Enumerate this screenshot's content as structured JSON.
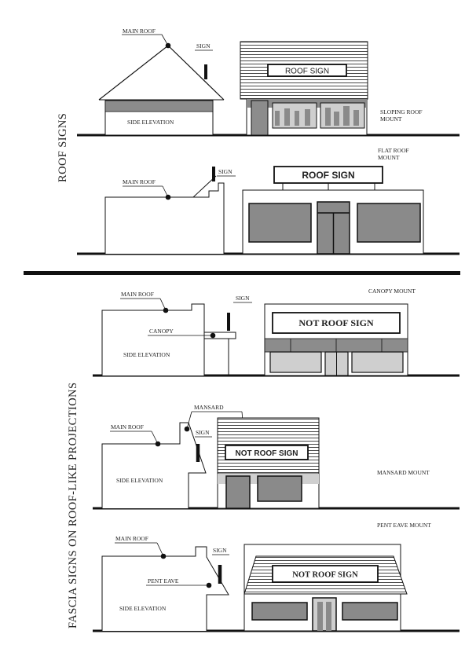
{
  "side_labels": {
    "top": "ROOF SIGNS",
    "bottom": "FASCIA SIGNS ON ROOF-LIKE PROJECTIONS"
  },
  "panels": {
    "sloping": {
      "main_roof": "MAIN ROOF",
      "sign": "SIGN",
      "side_elevation": "SIDE ELEVATION",
      "sign_text": "ROOF SIGN",
      "mount_line1": "SLOPING ROOF",
      "mount_line2": "MOUNT"
    },
    "flat": {
      "mount_line1": "FLAT ROOF",
      "mount_line2": "MOUNT",
      "main_roof": "MAIN ROOF",
      "sign": "SIGN",
      "sign_text": "ROOF SIGN"
    },
    "canopy": {
      "main_roof": "MAIN ROOF",
      "sign": "SIGN",
      "canopy": "CANOPY",
      "side_elevation": "SIDE ELEVATION",
      "sign_text": "NOT ROOF SIGN",
      "mount": "CANOPY MOUNT"
    },
    "mansard": {
      "mansard": "MANSARD",
      "main_roof": "MAIN ROOF",
      "sign": "SIGN",
      "side_elevation": "SIDE ELEVATION",
      "sign_text": "NOT ROOF SIGN",
      "mount": "MANSARD MOUNT"
    },
    "pent": {
      "mount": "PENT EAVE MOUNT",
      "main_roof": "MAIN ROOF",
      "sign": "SIGN",
      "pent_eave": "PENT EAVE",
      "side_elevation": "SIDE ELEVATION",
      "sign_text": "NOT ROOF SIGN"
    }
  },
  "colors": {
    "line": "#1a1a1a",
    "gray_band": "#8c8c8c",
    "window_gray": "#8a8a8a",
    "light_gray": "#cfcfcf"
  }
}
